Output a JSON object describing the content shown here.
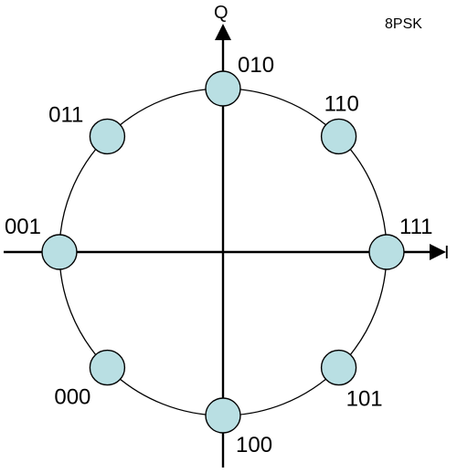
{
  "title": "8PSK",
  "axes": {
    "horizontal": "I",
    "vertical": "Q"
  },
  "colors": {
    "line": "#000000",
    "point_fill": "#b9dfe3",
    "point_stroke": "#000000",
    "background": "#ffffff"
  },
  "constellation": [
    {
      "bits": "111",
      "angle_deg": 0
    },
    {
      "bits": "110",
      "angle_deg": 45
    },
    {
      "bits": "010",
      "angle_deg": 90
    },
    {
      "bits": "011",
      "angle_deg": 135
    },
    {
      "bits": "001",
      "angle_deg": 180
    },
    {
      "bits": "000",
      "angle_deg": 225
    },
    {
      "bits": "100",
      "angle_deg": 270
    },
    {
      "bits": "101",
      "angle_deg": 315
    }
  ]
}
